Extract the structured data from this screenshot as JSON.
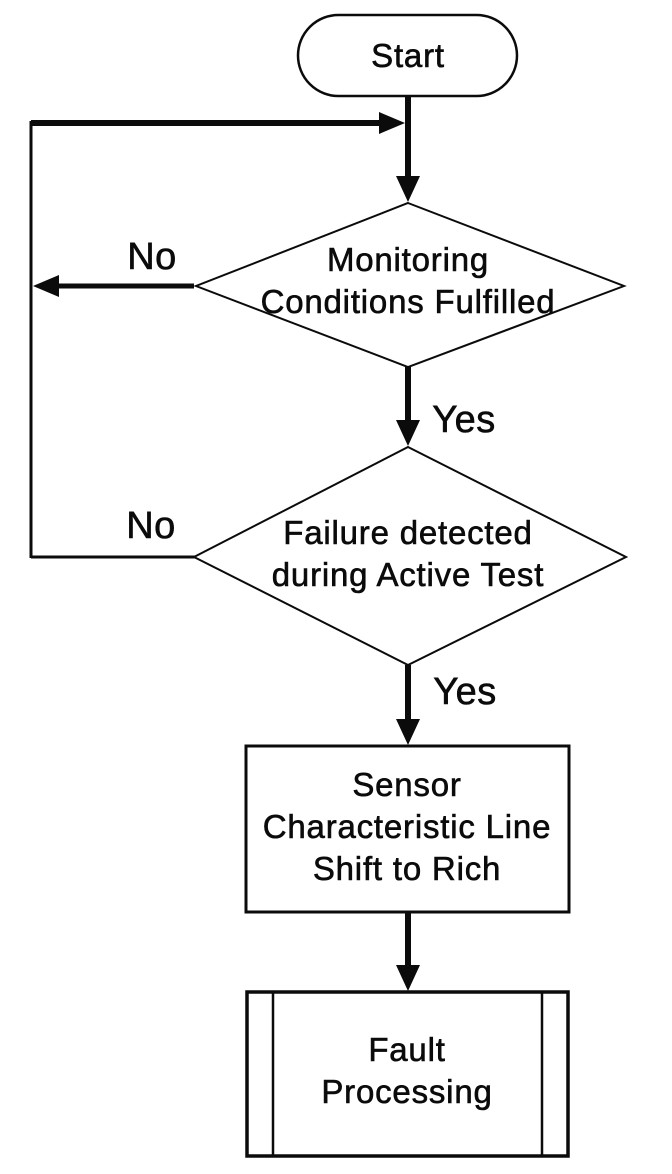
{
  "diagram": {
    "type": "flowchart",
    "colors": {
      "ink": "#0b0b0b",
      "background": "#ffffff"
    },
    "nodes": {
      "start": {
        "shape": "terminator",
        "label": "Start"
      },
      "decision1": {
        "shape": "decision",
        "label": "Monitoring\nConditions Fulfilled",
        "no_label": "No",
        "yes_label": "Yes"
      },
      "decision2": {
        "shape": "decision",
        "label": "Failure detected\nduring Active Test",
        "no_label": "No",
        "yes_label": "Yes"
      },
      "process1": {
        "shape": "process",
        "label": "Sensor\nCharacteristic Line\nShift to Rich"
      },
      "process2": {
        "shape": "predefined-process",
        "label": "Fault\nProcessing"
      }
    }
  }
}
